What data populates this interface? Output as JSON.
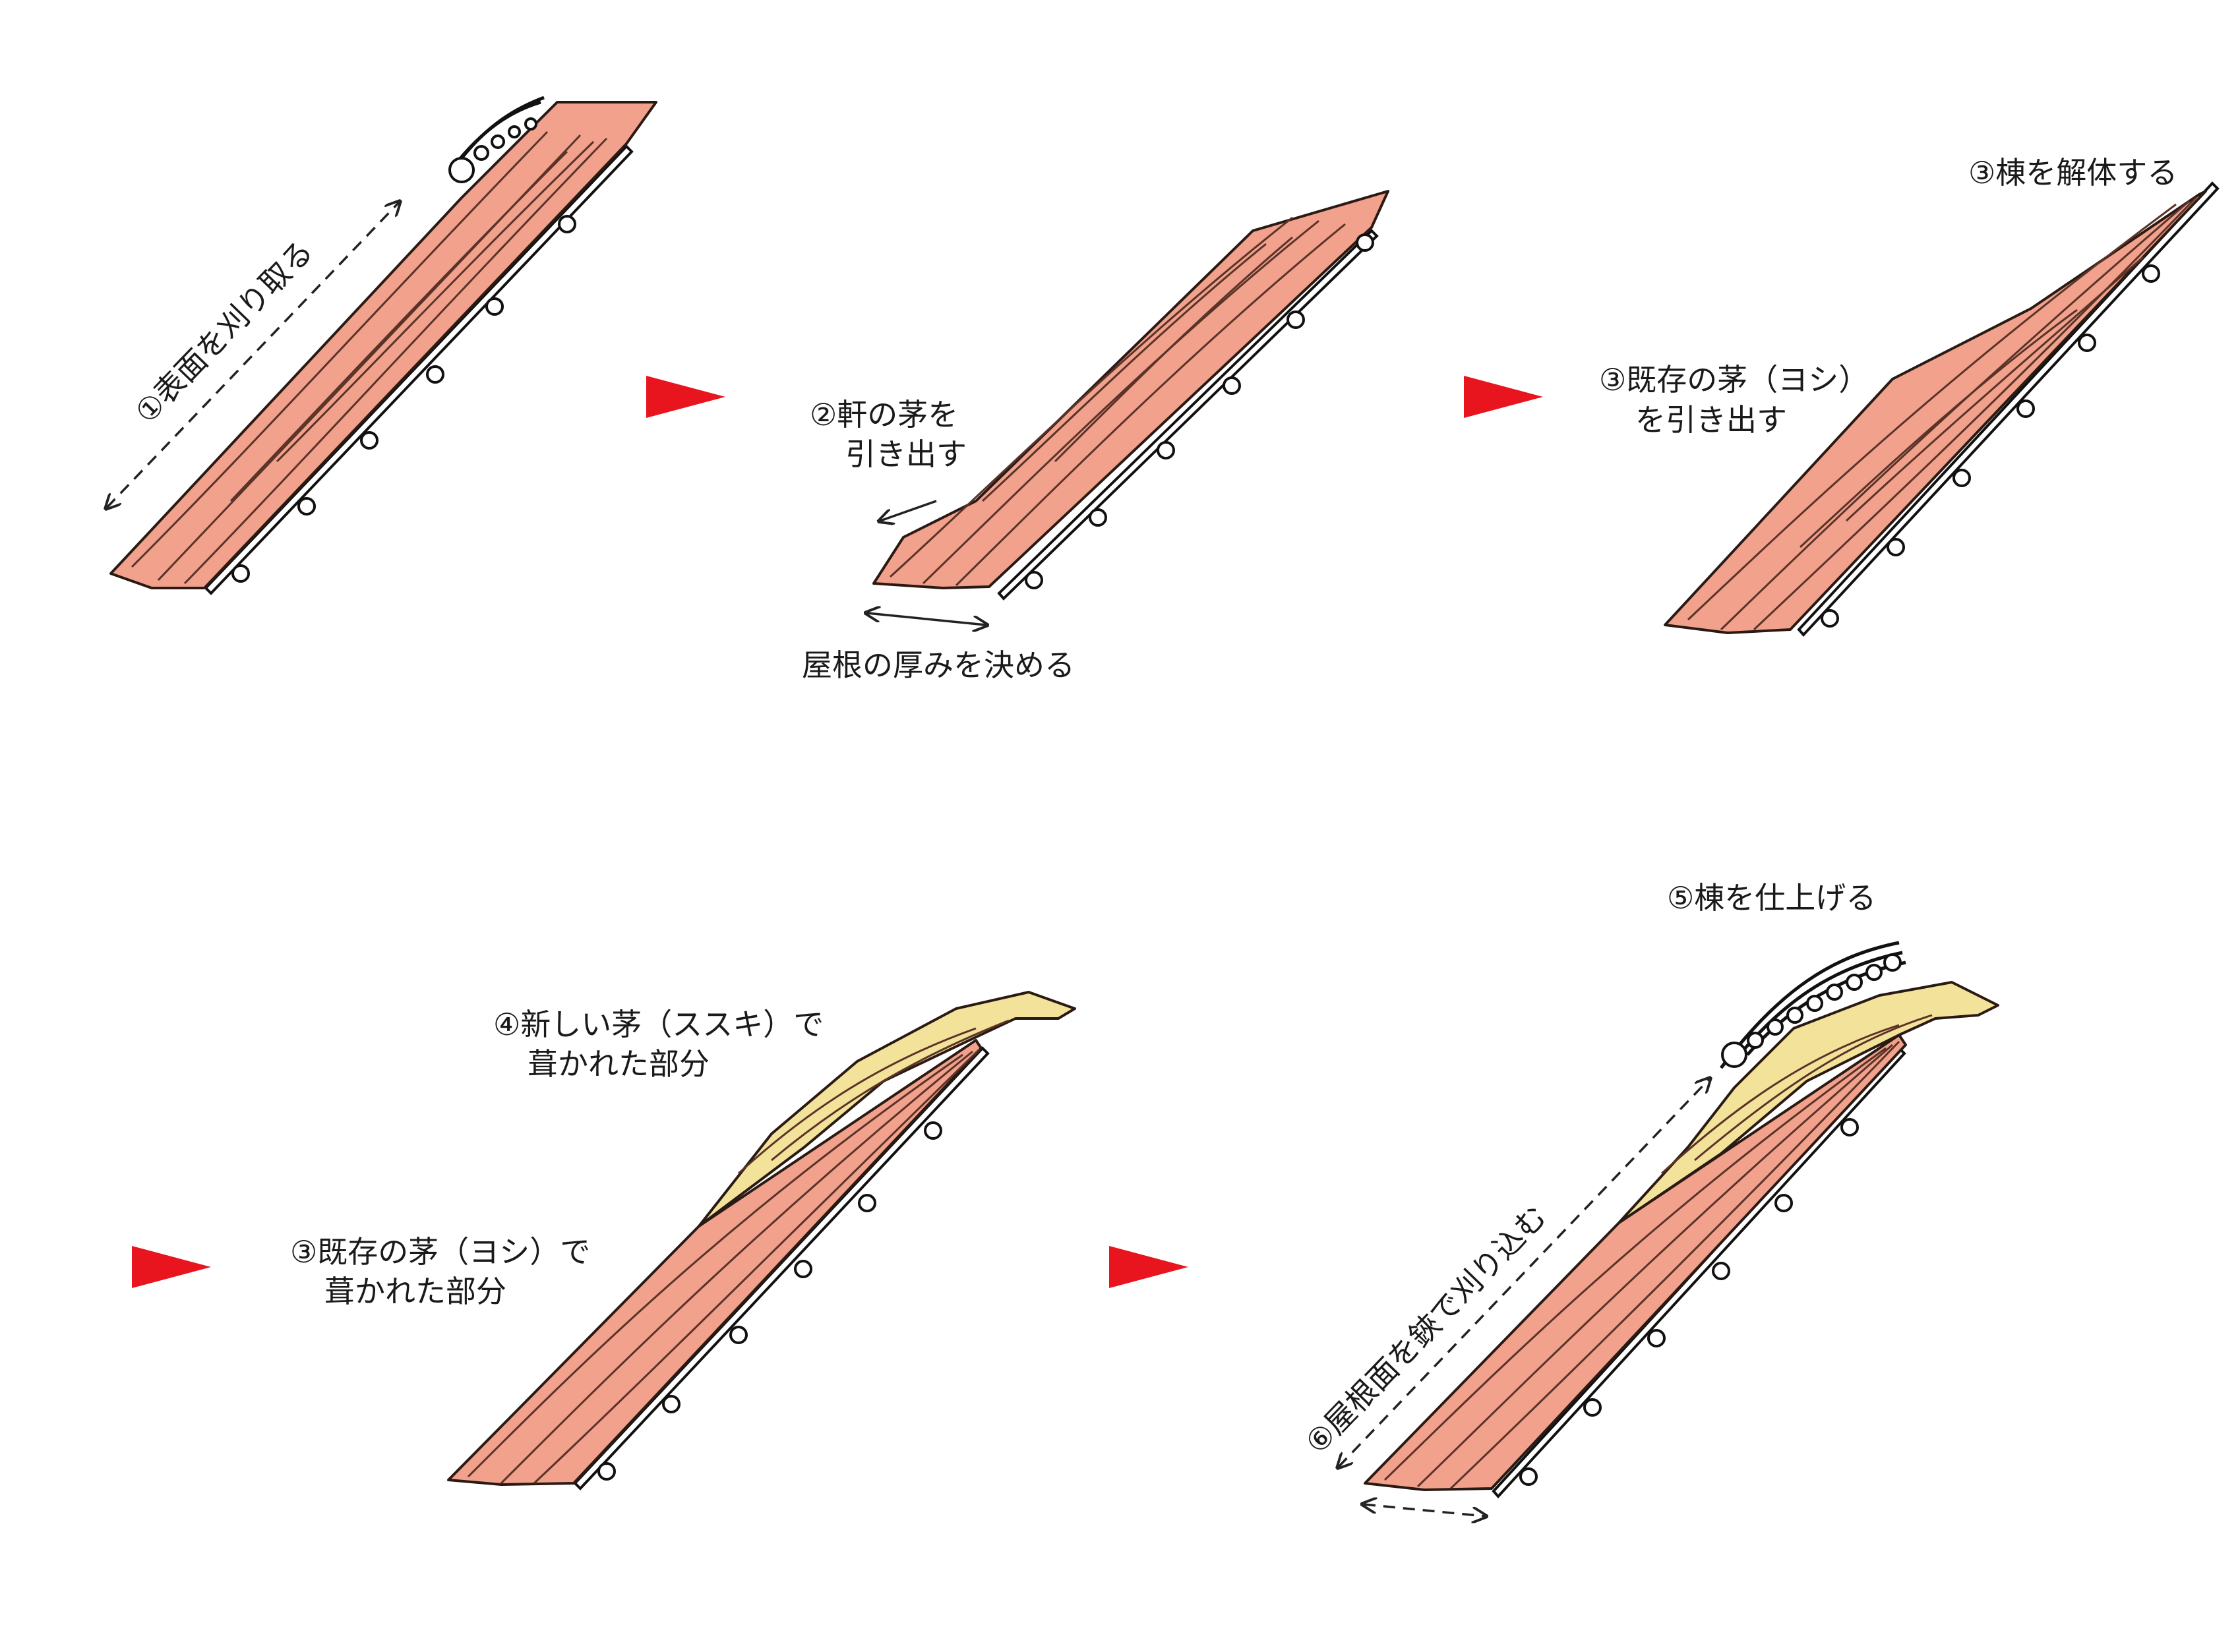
{
  "colors": {
    "old_thatch": "#f1a18c",
    "new_thatch": "#f3e39a",
    "step_arrow": "#e8141e",
    "outline": "#111111"
  },
  "icons": {
    "step_arrow": "red-triangle-right",
    "bidirectional_arrow": "dashed-double-arrow",
    "pull_arrow": "single-arrow"
  },
  "steps": {
    "panel1": {
      "label": "①表面を刈り取る"
    },
    "panel2": {
      "label_line1": "②軒の茅を",
      "label_line2": "引き出す",
      "thickness_label": "屋根の厚みを決める"
    },
    "panel3": {
      "ridge_label": "③棟を解体する",
      "label_line1": "③既存の茅（ヨシ）",
      "label_line2": "を引き出す"
    },
    "panel4": {
      "new_line1": "④新しい茅（ススキ）で",
      "new_line2": "葺かれた部分",
      "old_line1": "③既存の茅（ヨシ）で",
      "old_line2": "葺かれた部分"
    },
    "panel5": {
      "ridge_label": "⑤棟を仕上げる",
      "trim_label": "⑥屋根面を鋏で刈り込む"
    }
  }
}
